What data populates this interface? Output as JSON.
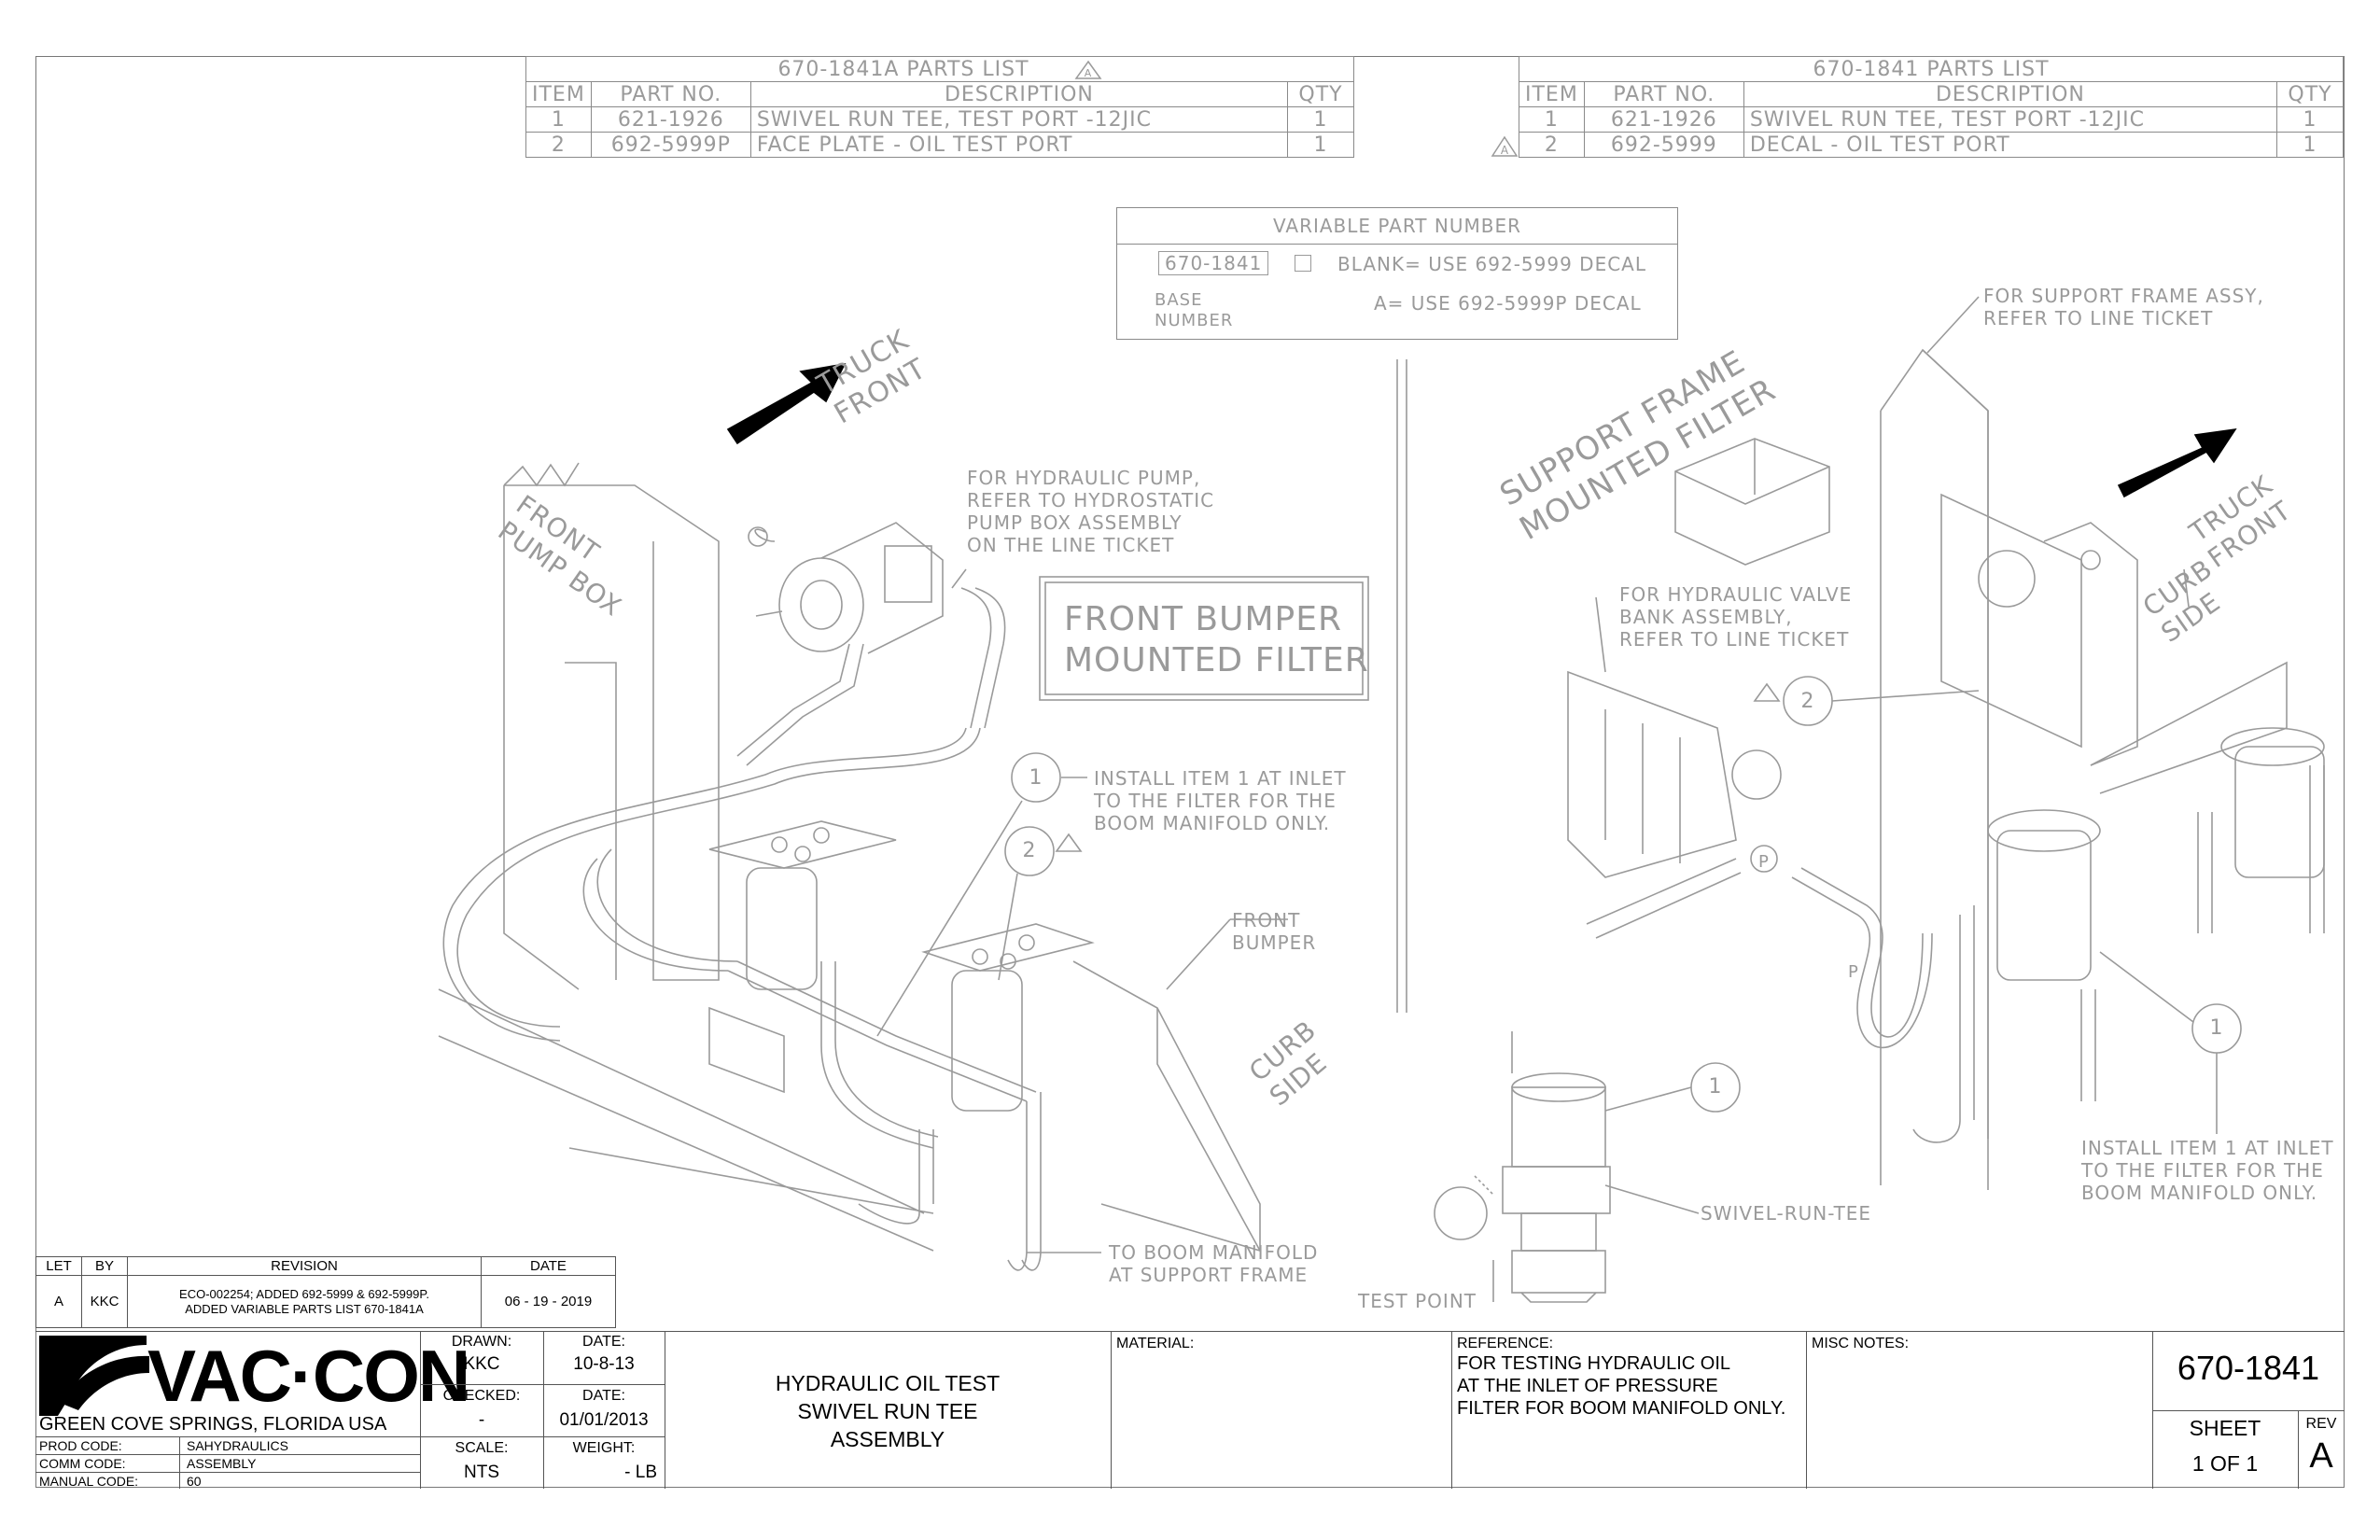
{
  "parts_list_a": {
    "title": "670-1841A PARTS LIST",
    "headers": [
      "ITEM",
      "PART NO.",
      "DESCRIPTION",
      "QTY"
    ],
    "rows": [
      [
        "1",
        "621-1926",
        "SWIVEL RUN TEE, TEST PORT -12JIC",
        "1"
      ],
      [
        "2",
        "692-5999P",
        "FACE PLATE -  OIL TEST PORT",
        "1"
      ]
    ]
  },
  "parts_list": {
    "title": "670-1841 PARTS LIST",
    "headers": [
      "ITEM",
      "PART NO.",
      "DESCRIPTION",
      "QTY"
    ],
    "rows": [
      [
        "1",
        "621-1926",
        "SWIVEL RUN TEE, TEST PORT -12JIC",
        "1"
      ],
      [
        "2",
        "692-5999",
        "DECAL - OIL TEST PORT",
        "1"
      ]
    ]
  },
  "variable_part_number": {
    "title": "VARIABLE PART NUMBER",
    "base": "670-1841",
    "blank_note": "BLANK= USE 692-5999  DECAL",
    "a_note": "A= USE 692-5999P DECAL",
    "base_label": "BASE\nNUMBER"
  },
  "diagram": {
    "truck_front": "TRUCK\nFRONT",
    "front_pump_box": "FRONT\nPUMP BOX",
    "hydraulic_pump_note": "FOR HYDRAULIC PUMP,\nREFER TO HYDROSTATIC\nPUMP BOX ASSEMBLY\nON THE LINE TICKET",
    "front_bumper_mounted_filter": "FRONT BUMPER\nMOUNTED FILTER",
    "install_note_left": "INSTALL ITEM 1 AT INLET\nTO THE FILTER FOR THE\nBOOM MANIFOLD ONLY.",
    "balloon_1": "1",
    "balloon_2": "2",
    "rev_triangle": "A",
    "front_bumper": "FRONT\nBUMPER",
    "curb_side": "CURB\nSIDE",
    "boom_manifold_note": "TO BOOM MANIFOLD\nAT SUPPORT FRAME",
    "support_frame_note": "FOR SUPPORT FRAME ASSY,\nREFER TO LINE TICKET",
    "support_frame_mounted_filter": "SUPPORT FRAME\nMOUNTED FILTER",
    "valve_bank_note": "FOR HYDRAULIC VALVE\nBANK ASSEMBLY,\nREFER TO LINE TICKET",
    "truck_front_right": "TRUCK\nFRONT",
    "curb_side_right": "CURB\nSIDE",
    "port_p": "P",
    "install_note_right": "INSTALL ITEM 1 AT INLET\nTO THE FILTER FOR THE\nBOOM MANIFOLD ONLY.",
    "swivel_run_tee": "SWIVEL-RUN-TEE",
    "test_point": "TEST POINT"
  },
  "revision_block": {
    "headers": [
      "LET",
      "BY",
      "REVISION",
      "DATE"
    ],
    "rows": [
      [
        "A",
        "KKC",
        "ECO-002254; ADDED 692-5999 & 692-5999P.\nADDED VARIABLE PARTS LIST 670-1841A",
        "06 - 19 - 2019"
      ]
    ]
  },
  "title_block": {
    "company": "VAC·CON",
    "location": "GREEN COVE SPRINGS, FLORIDA USA",
    "prod_code_label": "PROD CODE:",
    "prod_code": "SAHYDRAULICS",
    "comm_code_label": "COMM CODE:",
    "comm_code": "ASSEMBLY",
    "manual_code_label": "MANUAL CODE:",
    "manual_code": "60",
    "drawn_label": "DRAWN:",
    "drawn": "KKC",
    "date_label_1": "DATE:",
    "date_1": "10-8-13",
    "checked_label": "CHECKED:",
    "checked": "-",
    "date_label_2": "DATE:",
    "date_2": "01/01/2013",
    "scale_label": "SCALE:",
    "scale": "NTS",
    "weight_label": "WEIGHT:",
    "weight": "- LB",
    "title": "HYDRAULIC OIL TEST\nSWIVEL RUN TEE\nASSEMBLY",
    "material_label": "MATERIAL:",
    "reference_label": "REFERENCE:",
    "reference": "FOR TESTING HYDRAULIC OIL\nAT THE INLET OF PRESSURE\nFILTER  FOR BOOM MANIFOLD ONLY.",
    "misc_label": "MISC NOTES:",
    "drawing_number": "670-1841",
    "sheet_label": "SHEET",
    "sheet": "1 OF 1",
    "rev_label": "REV",
    "rev": "A"
  },
  "colors": {
    "line": "#9a9a9a",
    "dark": "#000000"
  }
}
